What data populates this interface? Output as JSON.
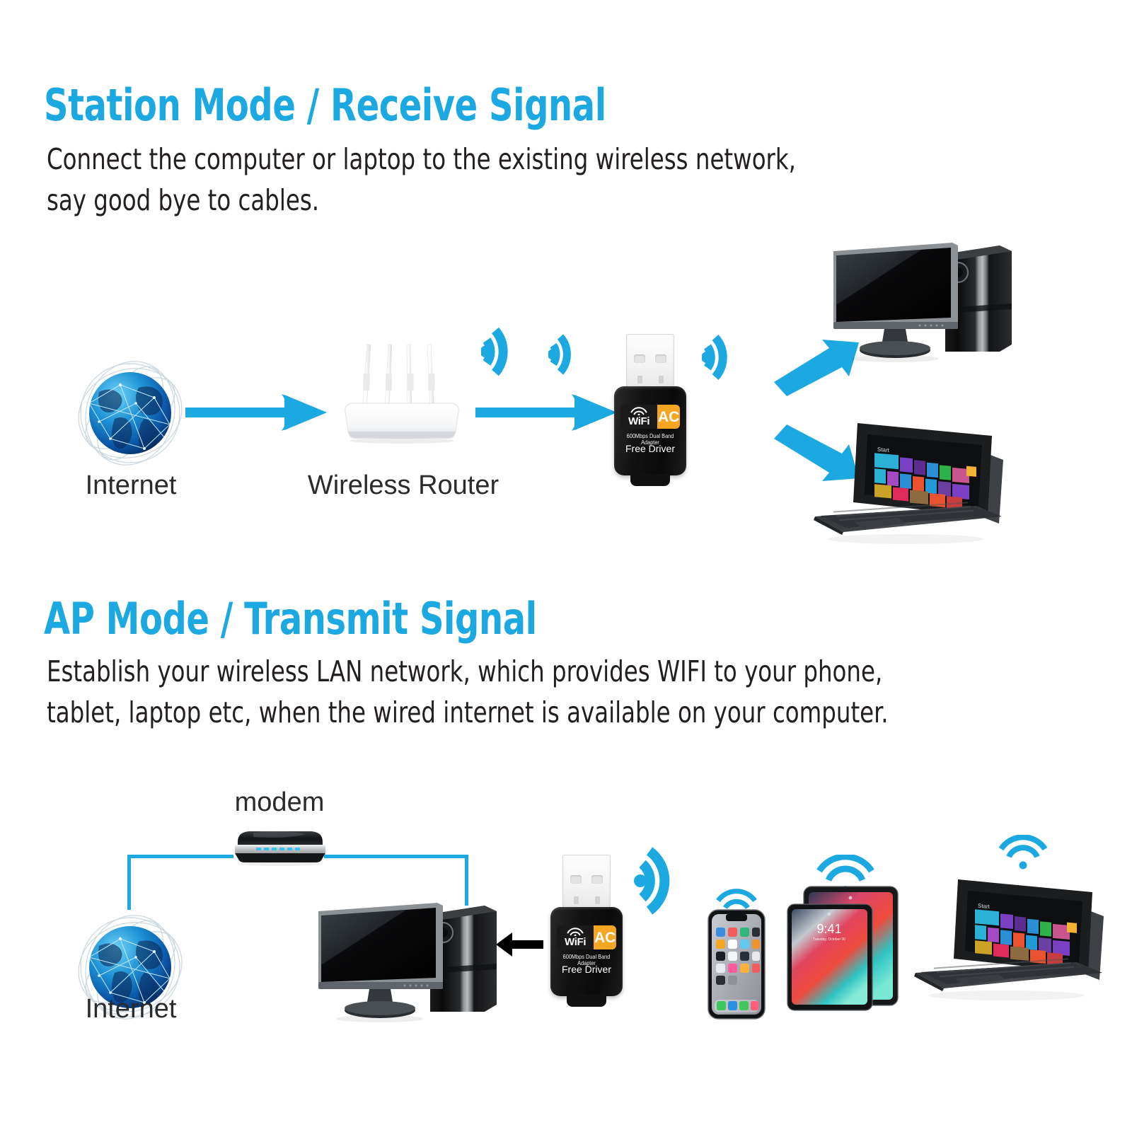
{
  "sections": [
    {
      "id": "station-mode",
      "heading": "Station Mode / Receive Signal",
      "body_line1": "Connect the computer or laptop to the existing wireless network,",
      "body_line2": "say good bye to cables.",
      "labels": {
        "internet": "Internet",
        "router": "Wireless Router"
      }
    },
    {
      "id": "ap-mode",
      "heading": "AP Mode / Transmit Signal",
      "body_line1": "Establish your wireless LAN network, which provides WIFI to your phone,",
      "body_line2": "tablet, laptop etc, when the wired internet is available on your computer.",
      "labels": {
        "internet": "Internet",
        "modem": "modem"
      }
    }
  ],
  "adapter": {
    "wifi_label": "WiFi",
    "ac_label": "AC",
    "spec_line": "600Mbps Dual Band Adapter",
    "driver_line": "Free Driver"
  },
  "screens": {
    "windows_start": "Start",
    "ipad_time": "9:41",
    "ipad_date": "Tuesday, October 30"
  },
  "colors": {
    "accent_cyan": "#1CA8E0",
    "heading_cyan": "#1CA8E0",
    "body_text": "#231f20",
    "amber": "#F5A623",
    "arrow_black": "#000000",
    "background": "#FFFFFF"
  }
}
